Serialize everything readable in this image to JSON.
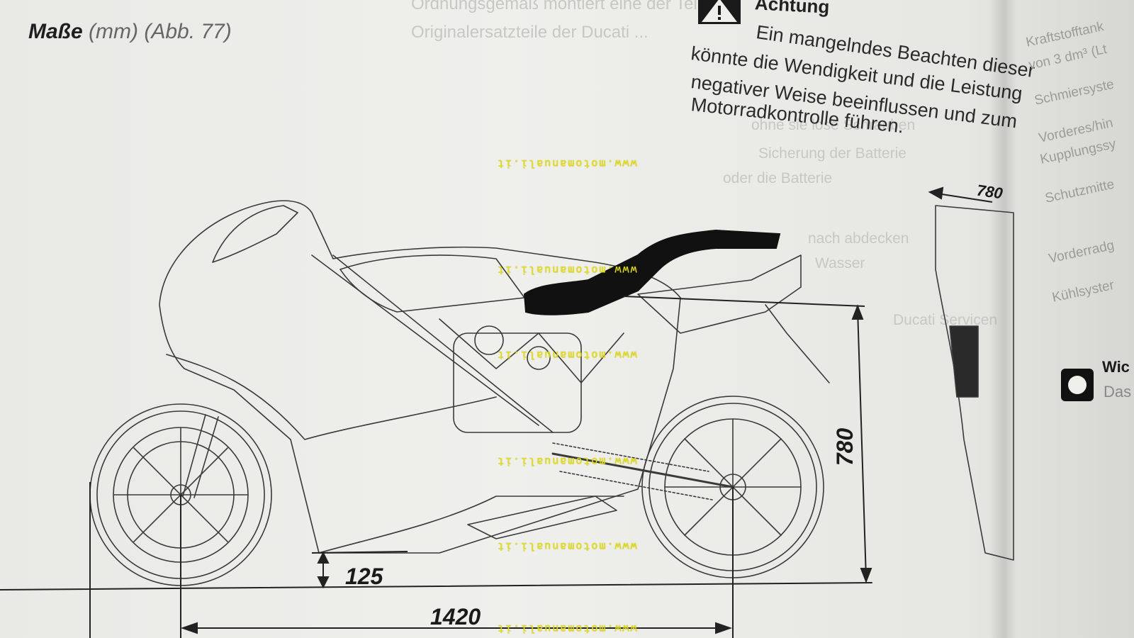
{
  "heading": {
    "bold": "Maße",
    "rest": "(mm) (Abb. 77)"
  },
  "ghost_text": {
    "top_mid": [
      "Ordnungsgemäß montiert eine der Teile",
      "Originalersatzteile der Ducati ..."
    ],
    "mid_right": [
      "ohne sie lose Schrauben",
      "Sicherung der Batterie",
      "oder die Batterie"
    ],
    "low_right": [
      "nach abdecken",
      "Wasser",
      "Ducati Servicen"
    ]
  },
  "warning": {
    "heading": "Achtung",
    "lines": [
      "Ein mangelndes Beachten dieser",
      "könnte die Wendigkeit und die Leistung",
      "negativer Weise beeinflussen und zum",
      "Motorradkontrolle führen."
    ]
  },
  "right_column": {
    "items": [
      "Kraftstofftank",
      "von 3 dm³ (Lt",
      "Schmiersyste",
      "Vorderes/hin",
      "Kupplungssy",
      "Schutzmitte",
      "Vorderradg",
      "Kühlsyster"
    ],
    "bold_label": "Wic",
    "sub_label": "Das"
  },
  "watermark": "www.motomanuali.it",
  "dimensions": {
    "ground_clearance": "125",
    "wheelbase": "1420",
    "seat_height": "780",
    "front_width": "780"
  },
  "icons": [
    "warning-triangle-icon",
    "square-bullet-icon"
  ]
}
